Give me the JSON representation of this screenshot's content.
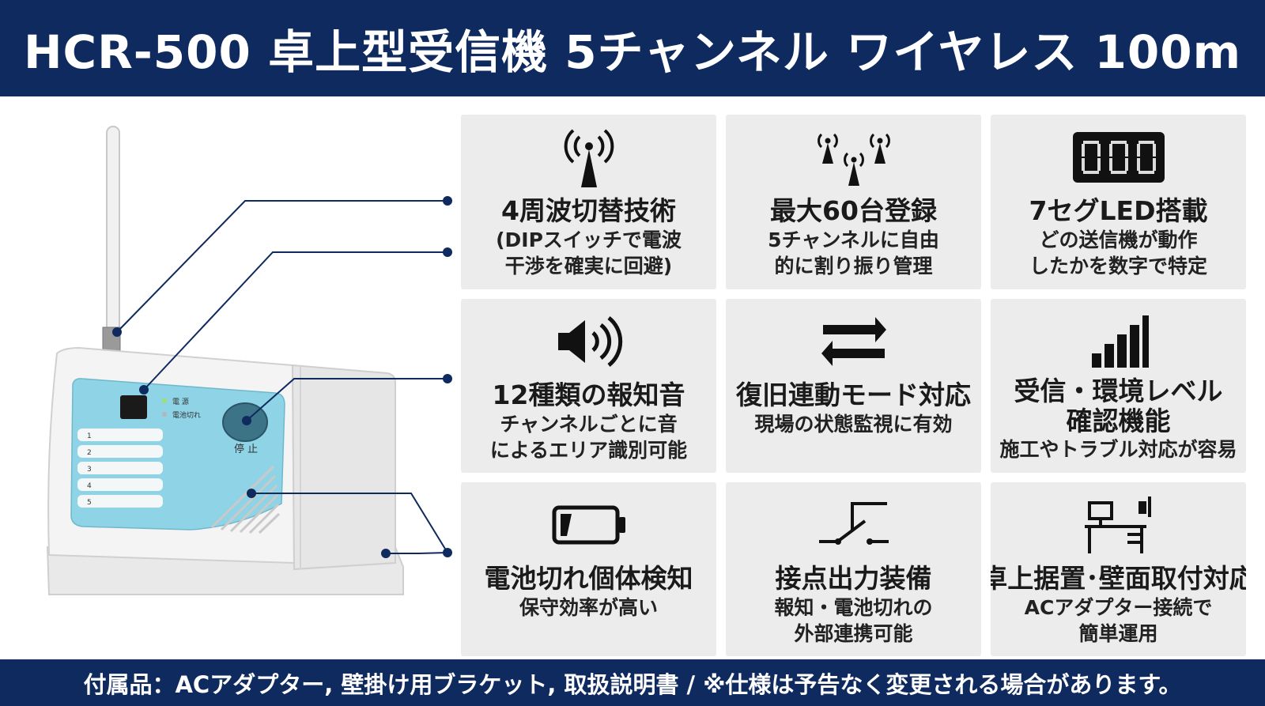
{
  "header": {
    "title": "HCR-500 卓上型受信機 5チャンネル ワイヤレス 100m"
  },
  "device": {
    "led_power_label": "電 源",
    "led_battery_label": "電池切れ",
    "stop_button_label": "停 止",
    "channel_numbers": [
      "1",
      "2",
      "3",
      "4",
      "5"
    ]
  },
  "features": [
    {
      "icon": "antenna-icon",
      "title": "4周波切替技術",
      "desc": [
        "(DIPスイッチで電波",
        "干渉を確実に回避)"
      ]
    },
    {
      "icon": "multi-antenna-icon",
      "title": "最大60台登録",
      "desc": [
        "5チャンネルに自由",
        "的に割り振り管理"
      ]
    },
    {
      "icon": "seven-segment-icon",
      "title": "7セグLED搭載",
      "desc": [
        "どの送信機が動作",
        "したかを数字で特定"
      ]
    },
    {
      "icon": "speaker-icon",
      "title": "12種類の報知音",
      "desc": [
        "チャンネルごとに音",
        "によるエリア識別可能"
      ]
    },
    {
      "icon": "swap-arrows-icon",
      "title": "復旧連動モード対応",
      "desc": [
        "現場の状態監視に有効"
      ]
    },
    {
      "icon": "signal-bars-icon",
      "title": "受信・環境レベル",
      "title2": "確認機能",
      "desc": [
        "施工やトラブル対応が容易"
      ]
    },
    {
      "icon": "battery-low-icon",
      "title": "電池切れ個体検知",
      "desc": [
        "保守効率が高い"
      ]
    },
    {
      "icon": "switch-contact-icon",
      "title": "接点出力装備",
      "desc": [
        "報知・電池切れの",
        "外部連携可能"
      ]
    },
    {
      "icon": "desk-wall-icon",
      "title": "卓上据置･壁面取付対応",
      "desc": [
        "ACアダプター接続で",
        "簡単運用"
      ]
    }
  ],
  "footer": {
    "text": "付属品：ACアダプター, 壁掛け用ブラケット, 取扱説明書 / ※仕様は予告なく変更される場合があります。"
  },
  "colors": {
    "navy": "#0e2a5e",
    "panel": "#ececec",
    "device_blue": "#8fd3e6"
  }
}
